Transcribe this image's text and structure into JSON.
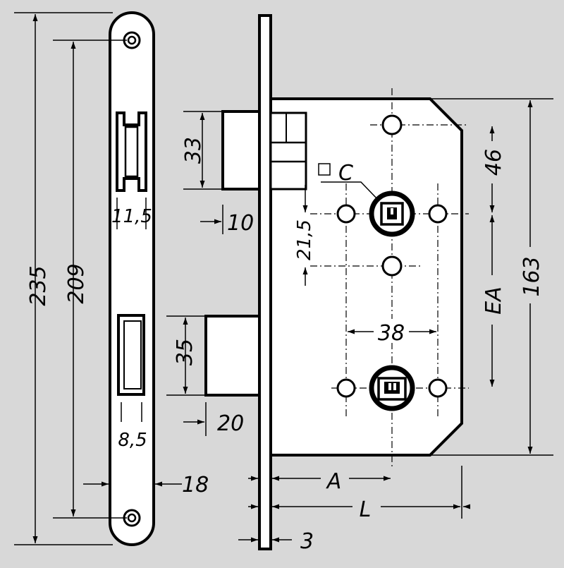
{
  "diagram": {
    "background": "#d8d8d8",
    "line_color": "#000000",
    "panel_color": "#ffffff",
    "labels": {
      "total_height": "235",
      "screw_spacing": "209",
      "latch_slot_width": "11,5",
      "bolt_slot_width": "8,5",
      "faceplate_width": "18",
      "latch_height": "33",
      "latch_projection": "10",
      "bolt_height": "35",
      "bolt_projection": "20",
      "spindle_offset": "21,5",
      "fixing_hole_spacing": "38",
      "top_dimension": "46",
      "ea": "EA",
      "case_height": "163",
      "backset": "A",
      "case_length": "L",
      "faceplate_thickness": "3",
      "follower": "C"
    }
  }
}
